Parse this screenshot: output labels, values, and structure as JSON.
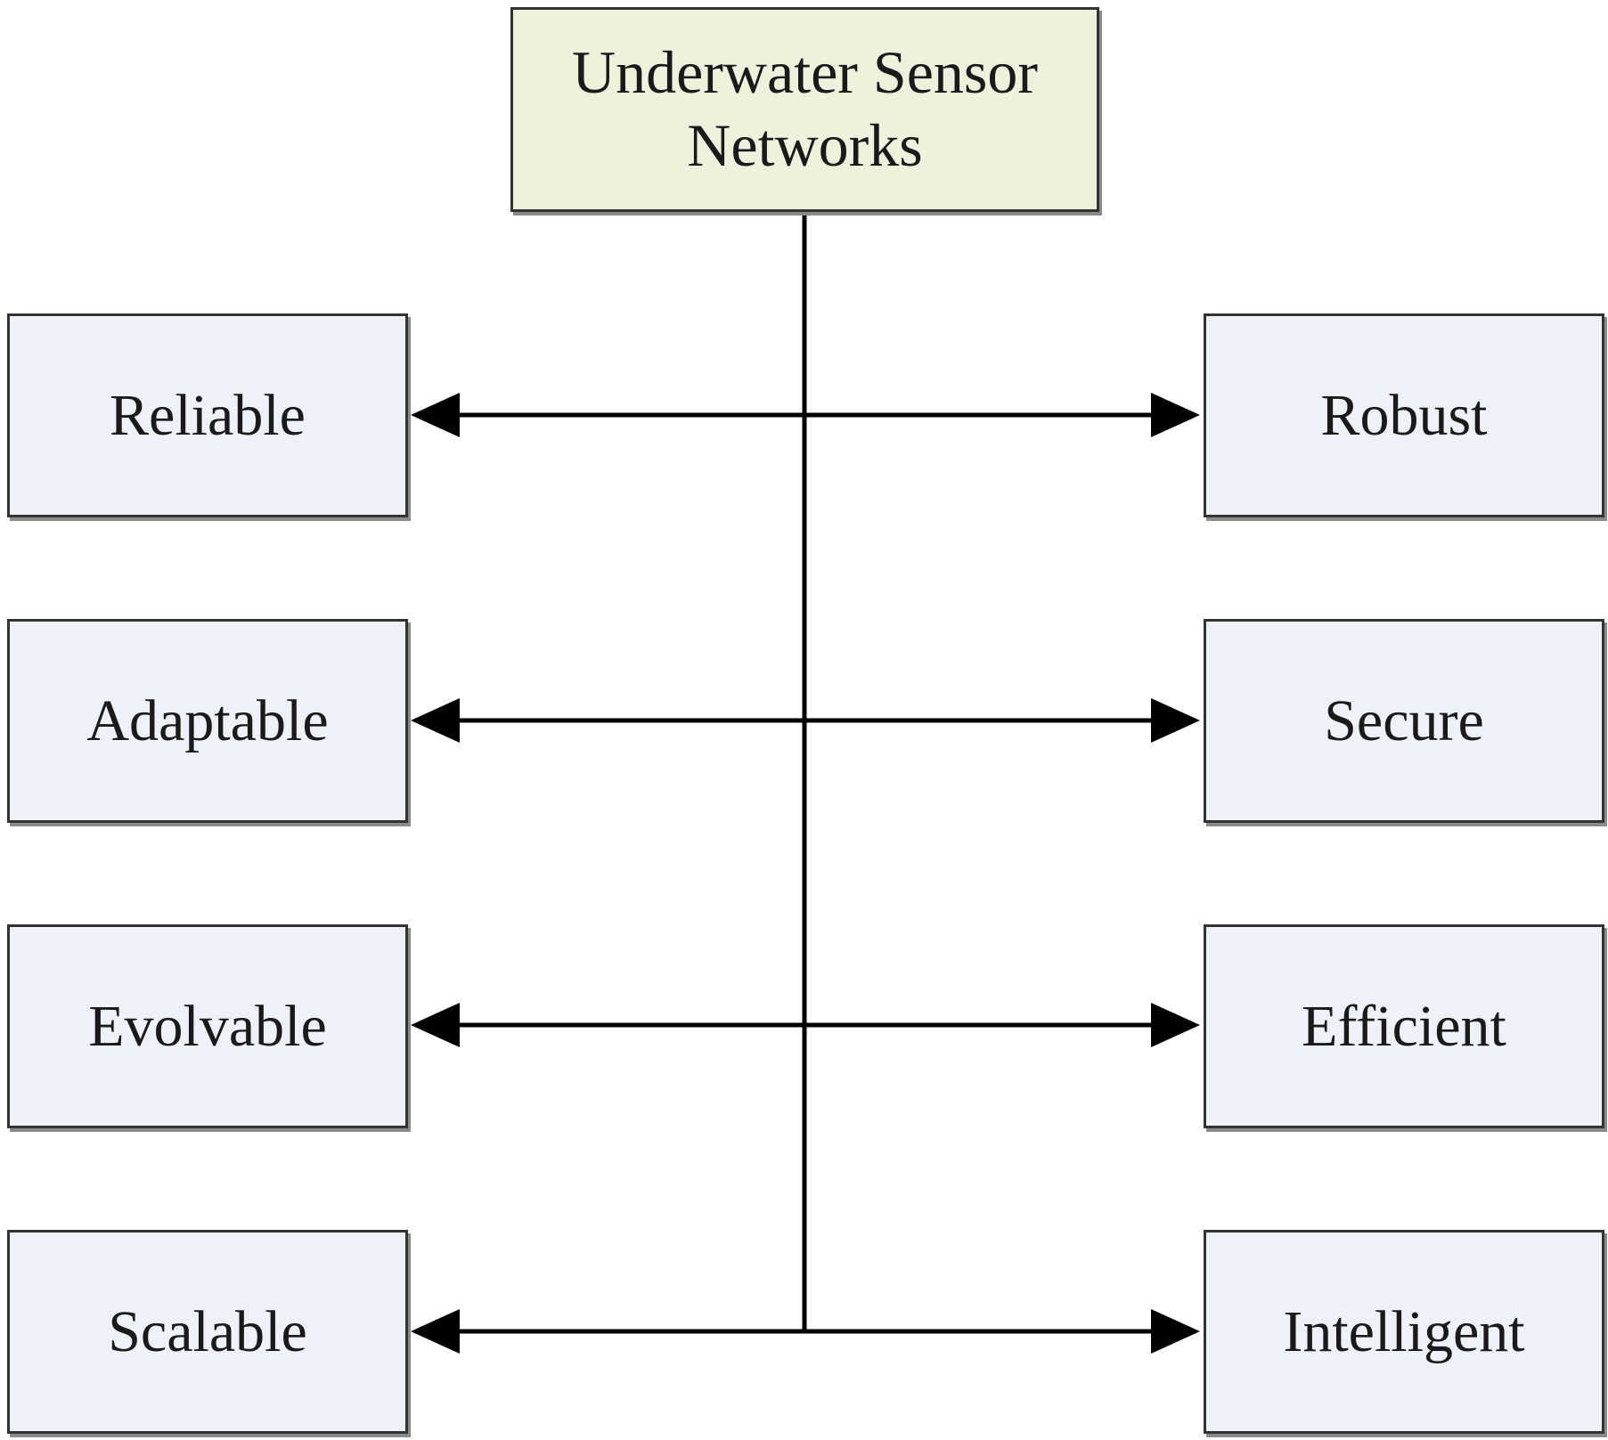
{
  "root": {
    "label": "Underwater Sensor Networks",
    "fill": "#eef2dc"
  },
  "leaf_fill": "#eef1f8",
  "line_color": "#000000",
  "left": [
    {
      "label": "Reliable"
    },
    {
      "label": "Adaptable"
    },
    {
      "label": "Evolvable"
    },
    {
      "label": "Scalable"
    }
  ],
  "right": [
    {
      "label": "Robust"
    },
    {
      "label": "Secure"
    },
    {
      "label": "Efficient"
    },
    {
      "label": "Intelligent"
    }
  ]
}
